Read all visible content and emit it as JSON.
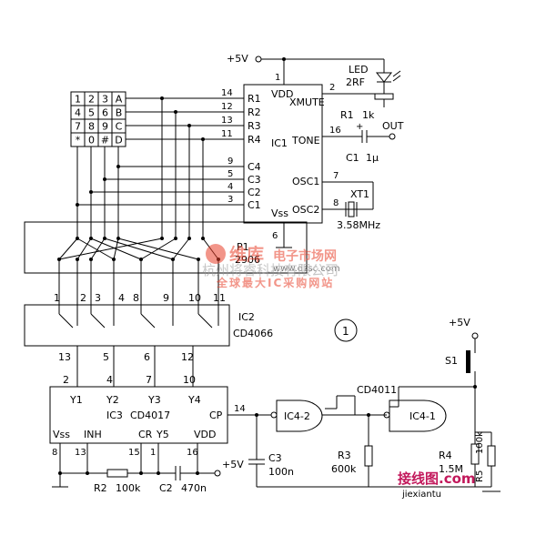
{
  "keypad": {
    "rows": [
      [
        "1",
        "2",
        "3",
        "A"
      ],
      [
        "4",
        "5",
        "6",
        "B"
      ],
      [
        "7",
        "8",
        "9",
        "C"
      ],
      [
        "*",
        "0",
        "#",
        "D"
      ]
    ]
  },
  "ic1": {
    "name": "IC1",
    "vdd": "VDD",
    "vss": "Vss",
    "pins_left": [
      "R1",
      "R2",
      "R3",
      "R4",
      "C4",
      "C3",
      "C2",
      "C1"
    ],
    "pin_nums_left": [
      "14",
      "12",
      "13",
      "11",
      "9",
      "5",
      "4",
      "3"
    ],
    "xmute": "XMUTE",
    "tone": "TONE",
    "osc1": "OSC1",
    "osc2": "OSC2",
    "pin_xmute": "2",
    "pin_tone": "16",
    "pin_osc1": "7",
    "pin_osc2": "8",
    "pin_vdd": "1",
    "pin_vss": "6"
  },
  "supply": {
    "plus5v": "+5V"
  },
  "led": {
    "name": "LED",
    "part": "2RF"
  },
  "r1": {
    "name": "R1",
    "value": "1k"
  },
  "out_label": "OUT",
  "c1": {
    "name": "C1",
    "value": "1µ"
  },
  "xt1": {
    "name": "XT1",
    "value": "3.58MHz"
  },
  "p1": {
    "name": "P1",
    "part": "2906"
  },
  "ic2": {
    "name": "IC2",
    "part": "CD4066",
    "top_pins": [
      "1",
      "2",
      "3",
      "4",
      "8",
      "9",
      "10",
      "11"
    ],
    "bottom_pins": [
      "13",
      "5",
      "6",
      "12"
    ]
  },
  "ic3": {
    "name": "IC3",
    "part": "CD4017",
    "outputs": [
      "Y1",
      "Y2",
      "Y3",
      "Y4"
    ],
    "top_pins": [
      "2",
      "4",
      "7",
      "10"
    ],
    "vss": "Vss",
    "inh": "INH",
    "cr": "CR",
    "y5": "Y5",
    "vdd": "VDD",
    "cp": "CP",
    "bottom_pins": [
      "8",
      "13",
      "15",
      "1",
      "16"
    ],
    "pin_cp": "14"
  },
  "r2": {
    "name": "R2",
    "value": "100k"
  },
  "c2": {
    "name": "C2",
    "value": "470n"
  },
  "c3": {
    "name": "C3",
    "value": "100n"
  },
  "r3": {
    "name": "R3",
    "value": "600k"
  },
  "r4": {
    "name": "R4",
    "value": "1.5M"
  },
  "r5": {
    "name": "R5",
    "value": "100k"
  },
  "cd4011": "CD4011",
  "ic4_2": "IC4-2",
  "ic4_1": "IC4-1",
  "s1": "S1",
  "circle_number": "1",
  "watermark": {
    "brand": "维库",
    "site_title": "电子市场网",
    "url": "www.dzsc.com",
    "slogan": "全球最大IC采购网站",
    "company": "杭州将睿科技有限公司",
    "corner": "接线图.com",
    "corner_url": "jiexiantu"
  }
}
